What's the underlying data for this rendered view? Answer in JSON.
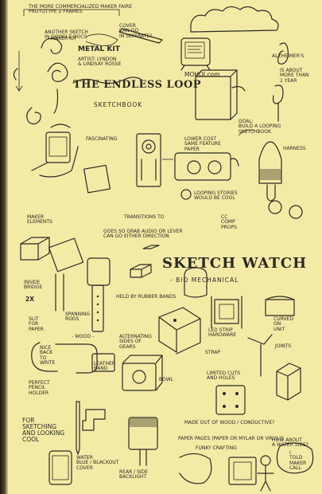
{
  "notes": {
    "top_header": [
      "THE MORE COMMERCIALIZED MAKER FAIRE",
      "PROTOTYPE 2 FRAMES"
    ],
    "another_sketch": [
      "ANOTHER SKETCH",
      "IN GOOGLE DOCS"
    ],
    "metal_kit": [
      "METAL",
      "KIT"
    ],
    "artist_lyndon": [
      "ARTIST: LYNDON",
      "& LINDSAY ROSSE"
    ],
    "cover_caption": [
      "COVER",
      "CAN GO",
      "IN SEPARATE?"
    ],
    "maker_kit": [
      "MAKER KIT"
    ],
    "mohoi": "MOHOI.com",
    "alzheimers_1": "ALZHEIMER'S",
    "alzheimers_2": [
      "IS ABOUT",
      "MORE THAN",
      "1 YEAR"
    ],
    "title_line1": "THE ENDLESS LOOP",
    "title_line2": "SKETCHBOOK",
    "fascinating": "FASCINATING",
    "low_cost": [
      "LOWER COST",
      "SAME FEATURE",
      "PAPER"
    ],
    "goal": [
      "GOAL:",
      "BUILD A LOOPING",
      "SKETCHBOOK"
    ],
    "harness": "HARNESS",
    "looping_stories": [
      "LOOPING STORIES",
      "WOULD BE COOL"
    ],
    "maker_elements": [
      "MAKER",
      "ELEMENTS"
    ],
    "transitions": "TRANSITIONS TO",
    "goes_grab": [
      "GOES SO GRAB AUDIO OR LEVER",
      "CAN GO EITHER DIRECTION"
    ],
    "cc_comp": [
      "CC",
      "COMP",
      "PROPS"
    ],
    "sketch_watch": "SKETCH WATCH",
    "bio_mech": "- BIO MECHANICAL",
    "inside_bridge": [
      "INSIDE",
      "BRIDGE"
    ],
    "two_x": "2X",
    "slit_paper": [
      "SLIT",
      "FOR",
      "PAPER"
    ],
    "spanning_rods": [
      "SPANNING",
      "RODS"
    ],
    "held_rubber": "HELD BY RUBBER BANDS",
    "strap": "STRAP",
    "wood": "- WOOD -",
    "nice_back": [
      "NICE",
      "BACK",
      "TO",
      "WRITE"
    ],
    "perfect_holder": [
      "PERFECT",
      "PENCIL",
      "HOLDER"
    ],
    "leather": [
      "LEATHER",
      "BAND"
    ],
    "alternating": [
      "ALTERNATING",
      "SIDES OF",
      "GEARS"
    ],
    "bowl": "BOWL",
    "led_strip": [
      "LED STRIP",
      "HARDWARE"
    ],
    "limited_cuts": [
      "LIMITED CUTS",
      "AND HOLES"
    ],
    "curved": [
      "CURVED",
      "ON",
      "UNIT"
    ],
    "joints": "JOINTS",
    "made_wood": "MADE OUT OF WOOD / CONDUCTIVE?",
    "sketching_cool": [
      "FOR",
      "SKETCHING",
      "AND LOOKING",
      "COOL"
    ],
    "paper_pages": "PAPER PAGES (PAPER OR MYLAR OR VINYL?)",
    "funky": "FUNKY CRAFTING",
    "water_cover": [
      "WATER",
      "BLUE / BLACKOUT",
      "COVER"
    ],
    "rear_backlight": [
      "REAR / SIDE",
      "BACKLIGHT"
    ],
    "how_about": [
      "HOW ABOUT",
      "A WATER SIDE?"
    ],
    "bubble": [
      "I",
      "TOLD",
      "MAKER",
      "CALL"
    ]
  },
  "colors": {
    "paper": "#f3eaa6",
    "ink": "#2d2a22"
  }
}
